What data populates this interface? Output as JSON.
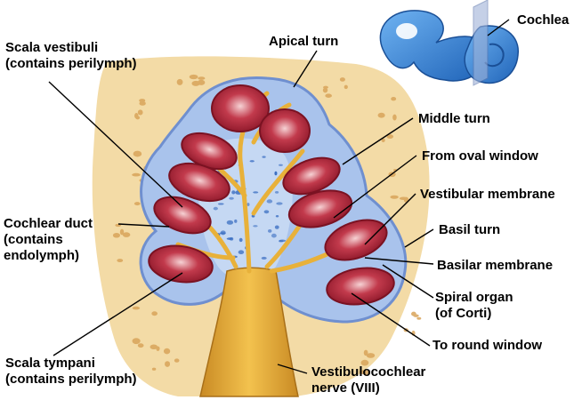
{
  "labels": {
    "cochlea": "Cochlea",
    "apical_turn": "Apical turn",
    "scala_vestibuli": "Scala vestibuli\n(contains perilymph)",
    "middle_turn": "Middle turn",
    "from_oval_window": "From oval window",
    "vestibular_membrane": "Vestibular membrane",
    "basil_turn": "Basil turn",
    "basilar_membrane": "Basilar membrane",
    "cochlear_duct": "Cochlear duct\n(contains\nendolymph)",
    "spiral_organ": "Spiral organ\n(of Corti)",
    "to_round_window": "To round window",
    "scala_tympani": "Scala tympani\n(contains perilymph)",
    "vestibulocochlear_nerve": "Vestibulocochlear\nnerve (VIII)"
  },
  "colors": {
    "bone": "#f3dba6",
    "bone_speck": "#d9a45a",
    "perilymph_blue": "#a9c3ec",
    "outline_blue": "#6f8fcf",
    "chamber_red": "#b0263a",
    "chamber_highlight": "#f2c2c6",
    "nerve_yellow": "#e8b13a",
    "inner_ear_blue": "#3f8fe0"
  }
}
